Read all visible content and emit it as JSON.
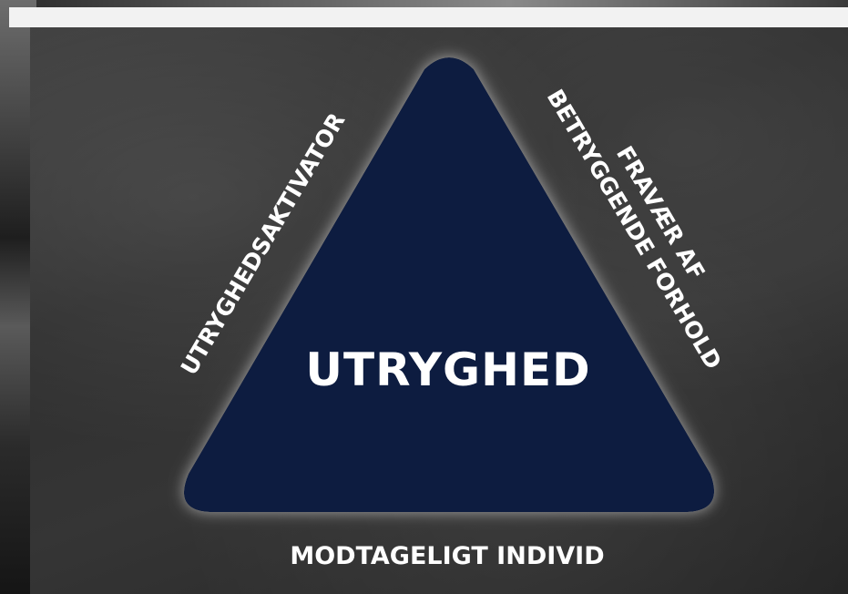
{
  "diagram": {
    "center": "UTRYGHED",
    "left_side": "UTRYGHEDSAKTIVATOR",
    "right_side_line1": "FRAVÆR AF",
    "right_side_line2": "BETRYGGENDE FORHOLD",
    "bottom": "MODTAGELIGT INDIVID"
  },
  "colors": {
    "triangle_fill": "#0f1f3f",
    "text": "#ffffff",
    "board": "#333333"
  }
}
